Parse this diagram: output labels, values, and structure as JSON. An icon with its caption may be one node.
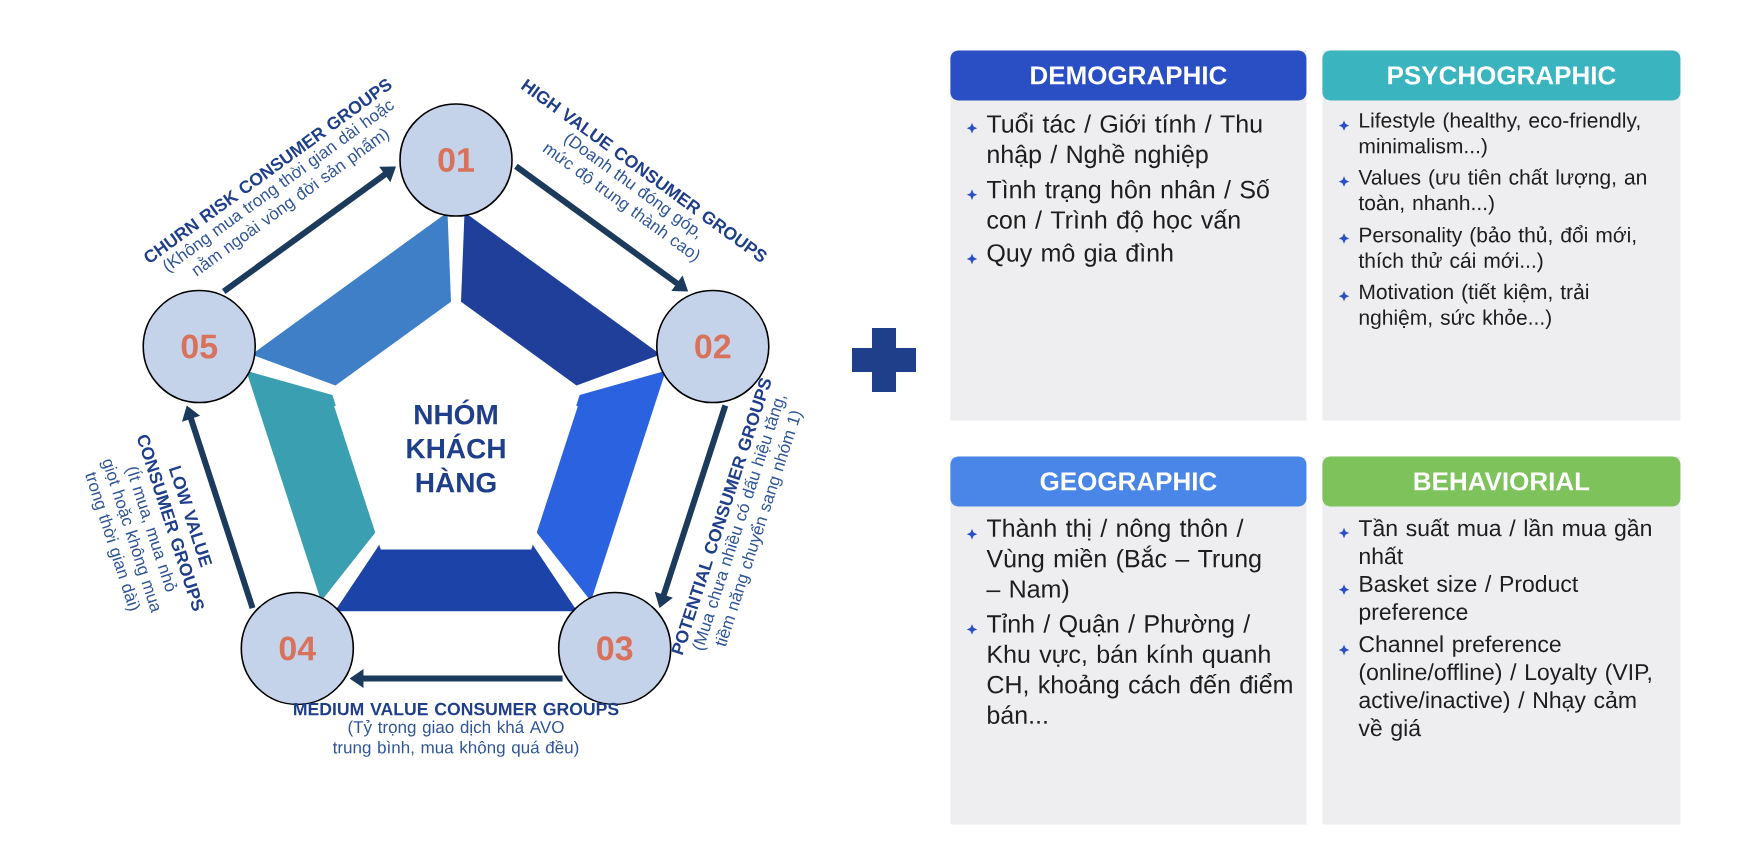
{
  "diagram": {
    "nodes": [
      {
        "text": [
          "NHÓM KHÁCH HÀNG"
        ]
      },
      {
        "text": [
          "01"
        ],
        "beside": [
          "HIGH VALUE CONSUMER GROUPS",
          "(Doanh thu đóng góp, mức độ trung thành cao)"
        ]
      },
      {
        "text": [
          "02"
        ],
        "beside": [
          "POTENTIAL CONSUMER GROUPS",
          "(Mua chưa nhiều có dấu hiệu tăng, tiềm năng chuyển sang nhóm 1)"
        ]
      },
      {
        "text": [
          "03"
        ],
        "beside": [
          "MEDIUM VALUE CONSUMER GROUPS",
          "(Tỷ trọng giao dịch khá AVO trung bình, mua không quá đều)"
        ]
      },
      {
        "text": [
          "04"
        ],
        "beside": [
          "LOW VALUE CONSUMER GROUPS",
          "(Ít mua, mua nhỏ giọt hoặc không mua trong thời gian dài)"
        ]
      },
      {
        "text": [
          "05"
        ],
        "beside": [
          "CHURN RISK CONSUMER GROUPS",
          "(Không mua trong thời gian dài hoặc nằm ngoài vòng đời sản phẩm)"
        ]
      },
      {
        "text": [
          "DEMOGRAPHIC",
          "Tuổi tác / Giới tính / Thu nhập / Nghề nghiệp",
          "Tình trạng hôn nhân / Số con / Trình độ học vấn",
          "Quy mô gia đình"
        ]
      },
      {
        "text": [
          "PSYCHOGRAPHIC",
          "Lifestyle (healthy, eco-friendly, minimalism...)",
          "Values (ưu tiên chất lượng, an toàn, nhanh...)",
          "Personality (bảo thủ, đổi mới, thích thử cái mới...)",
          "Motivation (tiết kiệm, trải nghiệm, sức khỏe...)"
        ]
      },
      {
        "text": [
          "GEOGRAPHIC",
          "Thành thị / nông thôn / Vùng miền (Bắc – Trung – Nam)",
          "Tỉnh / Quận / Phường / Khu vực, bán kính quanh CH, khoảng cách đến điểm bán..."
        ]
      },
      {
        "text": [
          "BEHAVIORIAL",
          "Tần suất mua / lần mua gần nhất",
          "Basket size / Product preference",
          "Channel preference (online/offline) / Loyalty (VIP, active/inactive) / Nhạy cảm về giá"
        ]
      }
    ],
    "edges": [
      {
        "from": 1,
        "to": 2,
        "arrow": "to"
      },
      {
        "from": 2,
        "to": 3,
        "arrow": "to"
      },
      {
        "from": 3,
        "to": 4,
        "arrow": "to"
      },
      {
        "from": 4,
        "to": 5,
        "arrow": "to"
      },
      {
        "from": 5,
        "to": 1,
        "arrow": "to"
      }
    ]
  }
}
